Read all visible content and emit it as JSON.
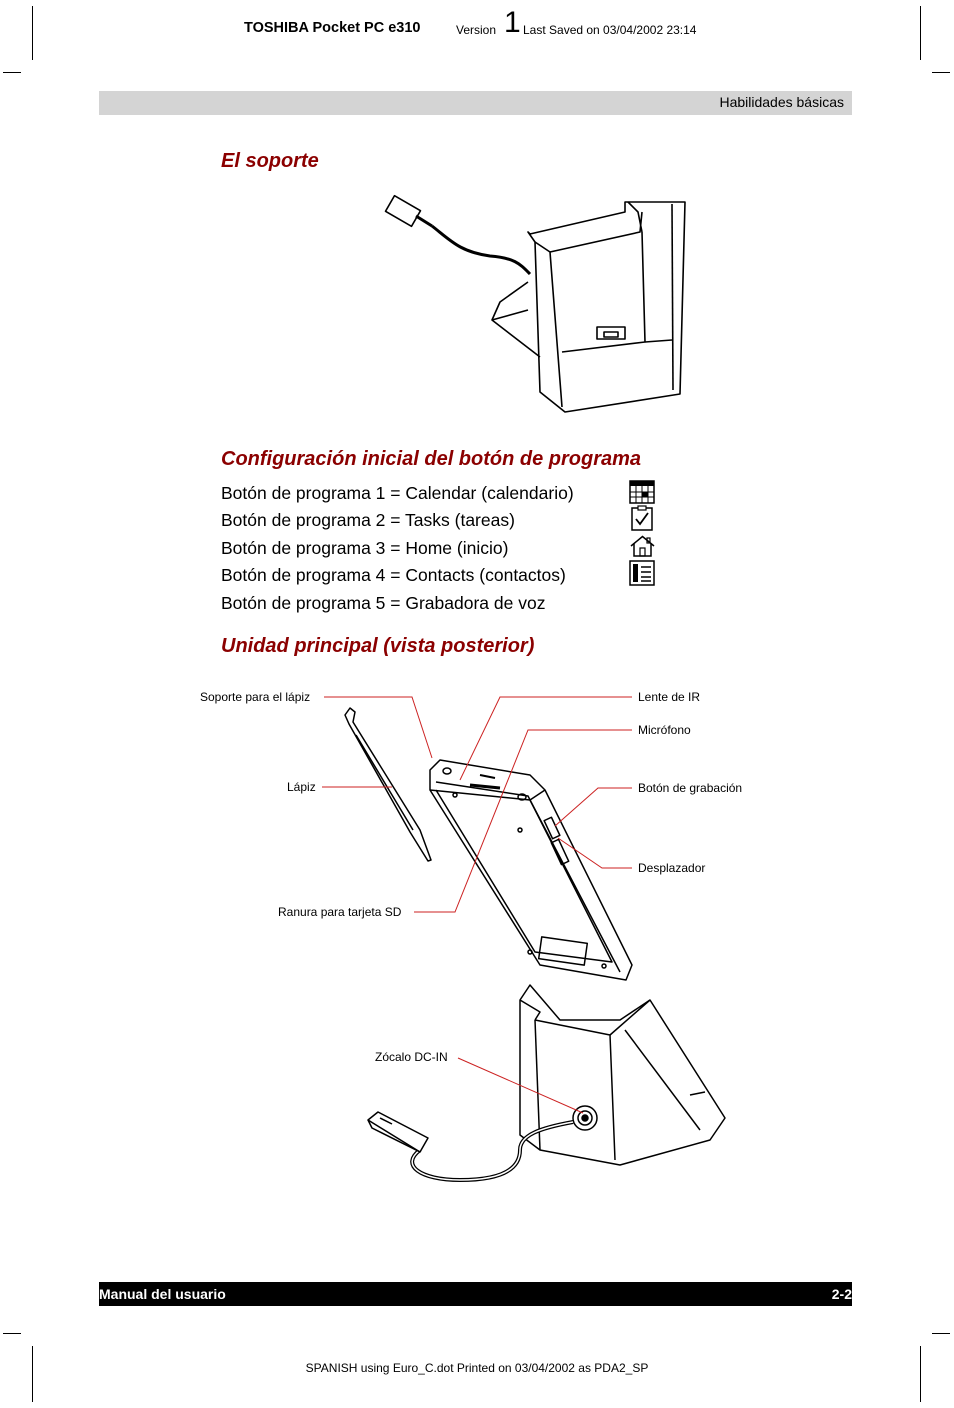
{
  "header": {
    "title": "TOSHIBA Pocket PC e310",
    "version_label": "Version",
    "version_number": "1",
    "saved": "Last Saved on 03/04/2002 23:14"
  },
  "band": {
    "chapter": "Habilidades básicas"
  },
  "sections": {
    "soporte": {
      "title": "El soporte"
    },
    "config": {
      "title": "Configuración inicial del botón de programa",
      "items": [
        {
          "text": "Botón de programa 1 = Calendar (calendario)",
          "icon": "calendar-icon"
        },
        {
          "text": "Botón de programa 2 = Tasks (tareas)",
          "icon": "tasks-icon"
        },
        {
          "text": "Botón de programa 3 = Home (inicio)",
          "icon": "home-icon"
        },
        {
          "text": "Botón de programa 4 = Contacts (contactos)",
          "icon": "contacts-icon"
        },
        {
          "text": "Botón de programa 5 = Grabadora de voz",
          "icon": ""
        }
      ]
    },
    "unidad": {
      "title": "Unidad principal (vista posterior)"
    }
  },
  "callouts": {
    "stylus_holder": "Soporte para el lápiz",
    "stylus": "Lápiz",
    "sd_slot": "Ranura para tarjeta SD",
    "dc_in": "Zócalo DC-IN",
    "ir_lens": "Lente de IR",
    "microphone": "Micrófono",
    "record_button": "Botón de grabación",
    "scroller": "Desplazador"
  },
  "footer": {
    "manual": "Manual del usuario",
    "page": "2-2",
    "printed": "SPANISH using Euro_C.dot  Printed on 03/04/2002 as PDA2_SP"
  }
}
